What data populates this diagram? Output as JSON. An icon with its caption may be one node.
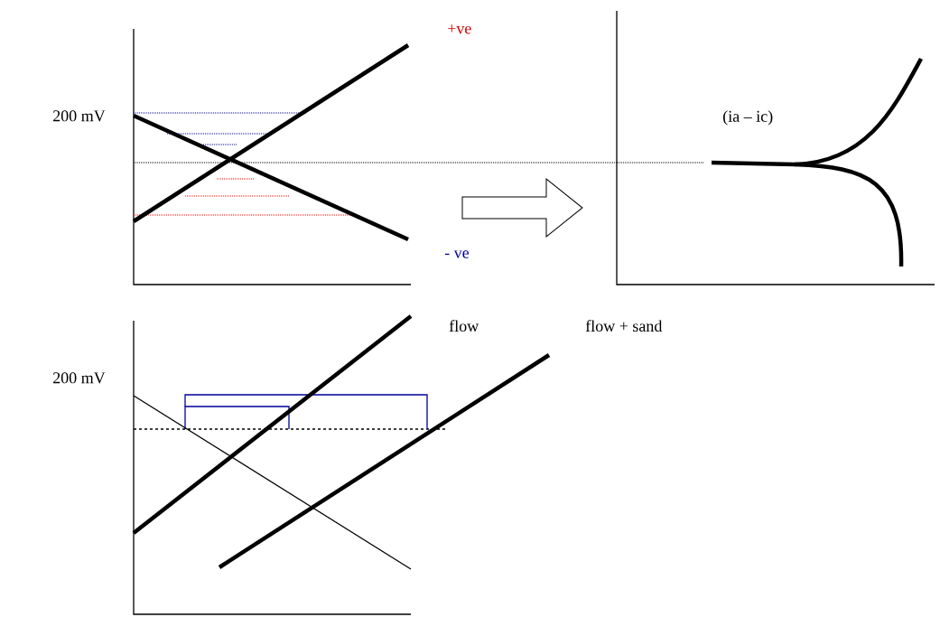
{
  "diagram": {
    "labels": [
      "+ve",
      "200 mV",
      "(ia – ic)",
      "- ve",
      "flow",
      "flow + sand",
      "200 mV"
    ]
  }
}
